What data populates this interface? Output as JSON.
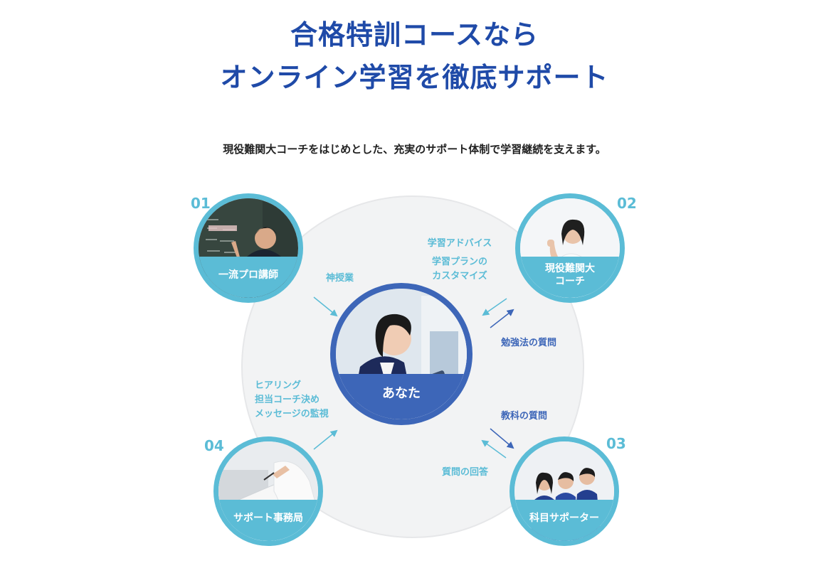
{
  "header": {
    "title_line1": "合格特訓コースなら",
    "title_line2": "オンライン学習を徹底サポート",
    "subtitle": "現役難関大コーチをはじめとした、充実のサポート体制で学習継続を支えます。"
  },
  "diagram": {
    "center": {
      "label": "あなた"
    },
    "nodes": [
      {
        "number": "01",
        "label": "一流プロ講師"
      },
      {
        "number": "02",
        "label_line1": "現役難関大",
        "label_line2": "コーチ"
      },
      {
        "number": "03",
        "label": "科目サポーター"
      },
      {
        "number": "04",
        "label": "サポート事務局"
      }
    ],
    "flows": {
      "lecture": "神授業",
      "coach_advice": "学習アドバイス",
      "coach_plan_1": "学習プランの",
      "coach_plan_2": "カスタマイズ",
      "study_question": "勉強法の質問",
      "subject_question": "教科の質問",
      "answer": "質問の回答",
      "office_1": "ヒアリング",
      "office_2": "担当コーチ決め",
      "office_3": "メッセージの監視"
    },
    "colors": {
      "navy": "#3d66b8",
      "cyan": "#5bbcd6",
      "title": "#1f4aa8",
      "ring": "#f2f3f4"
    }
  }
}
